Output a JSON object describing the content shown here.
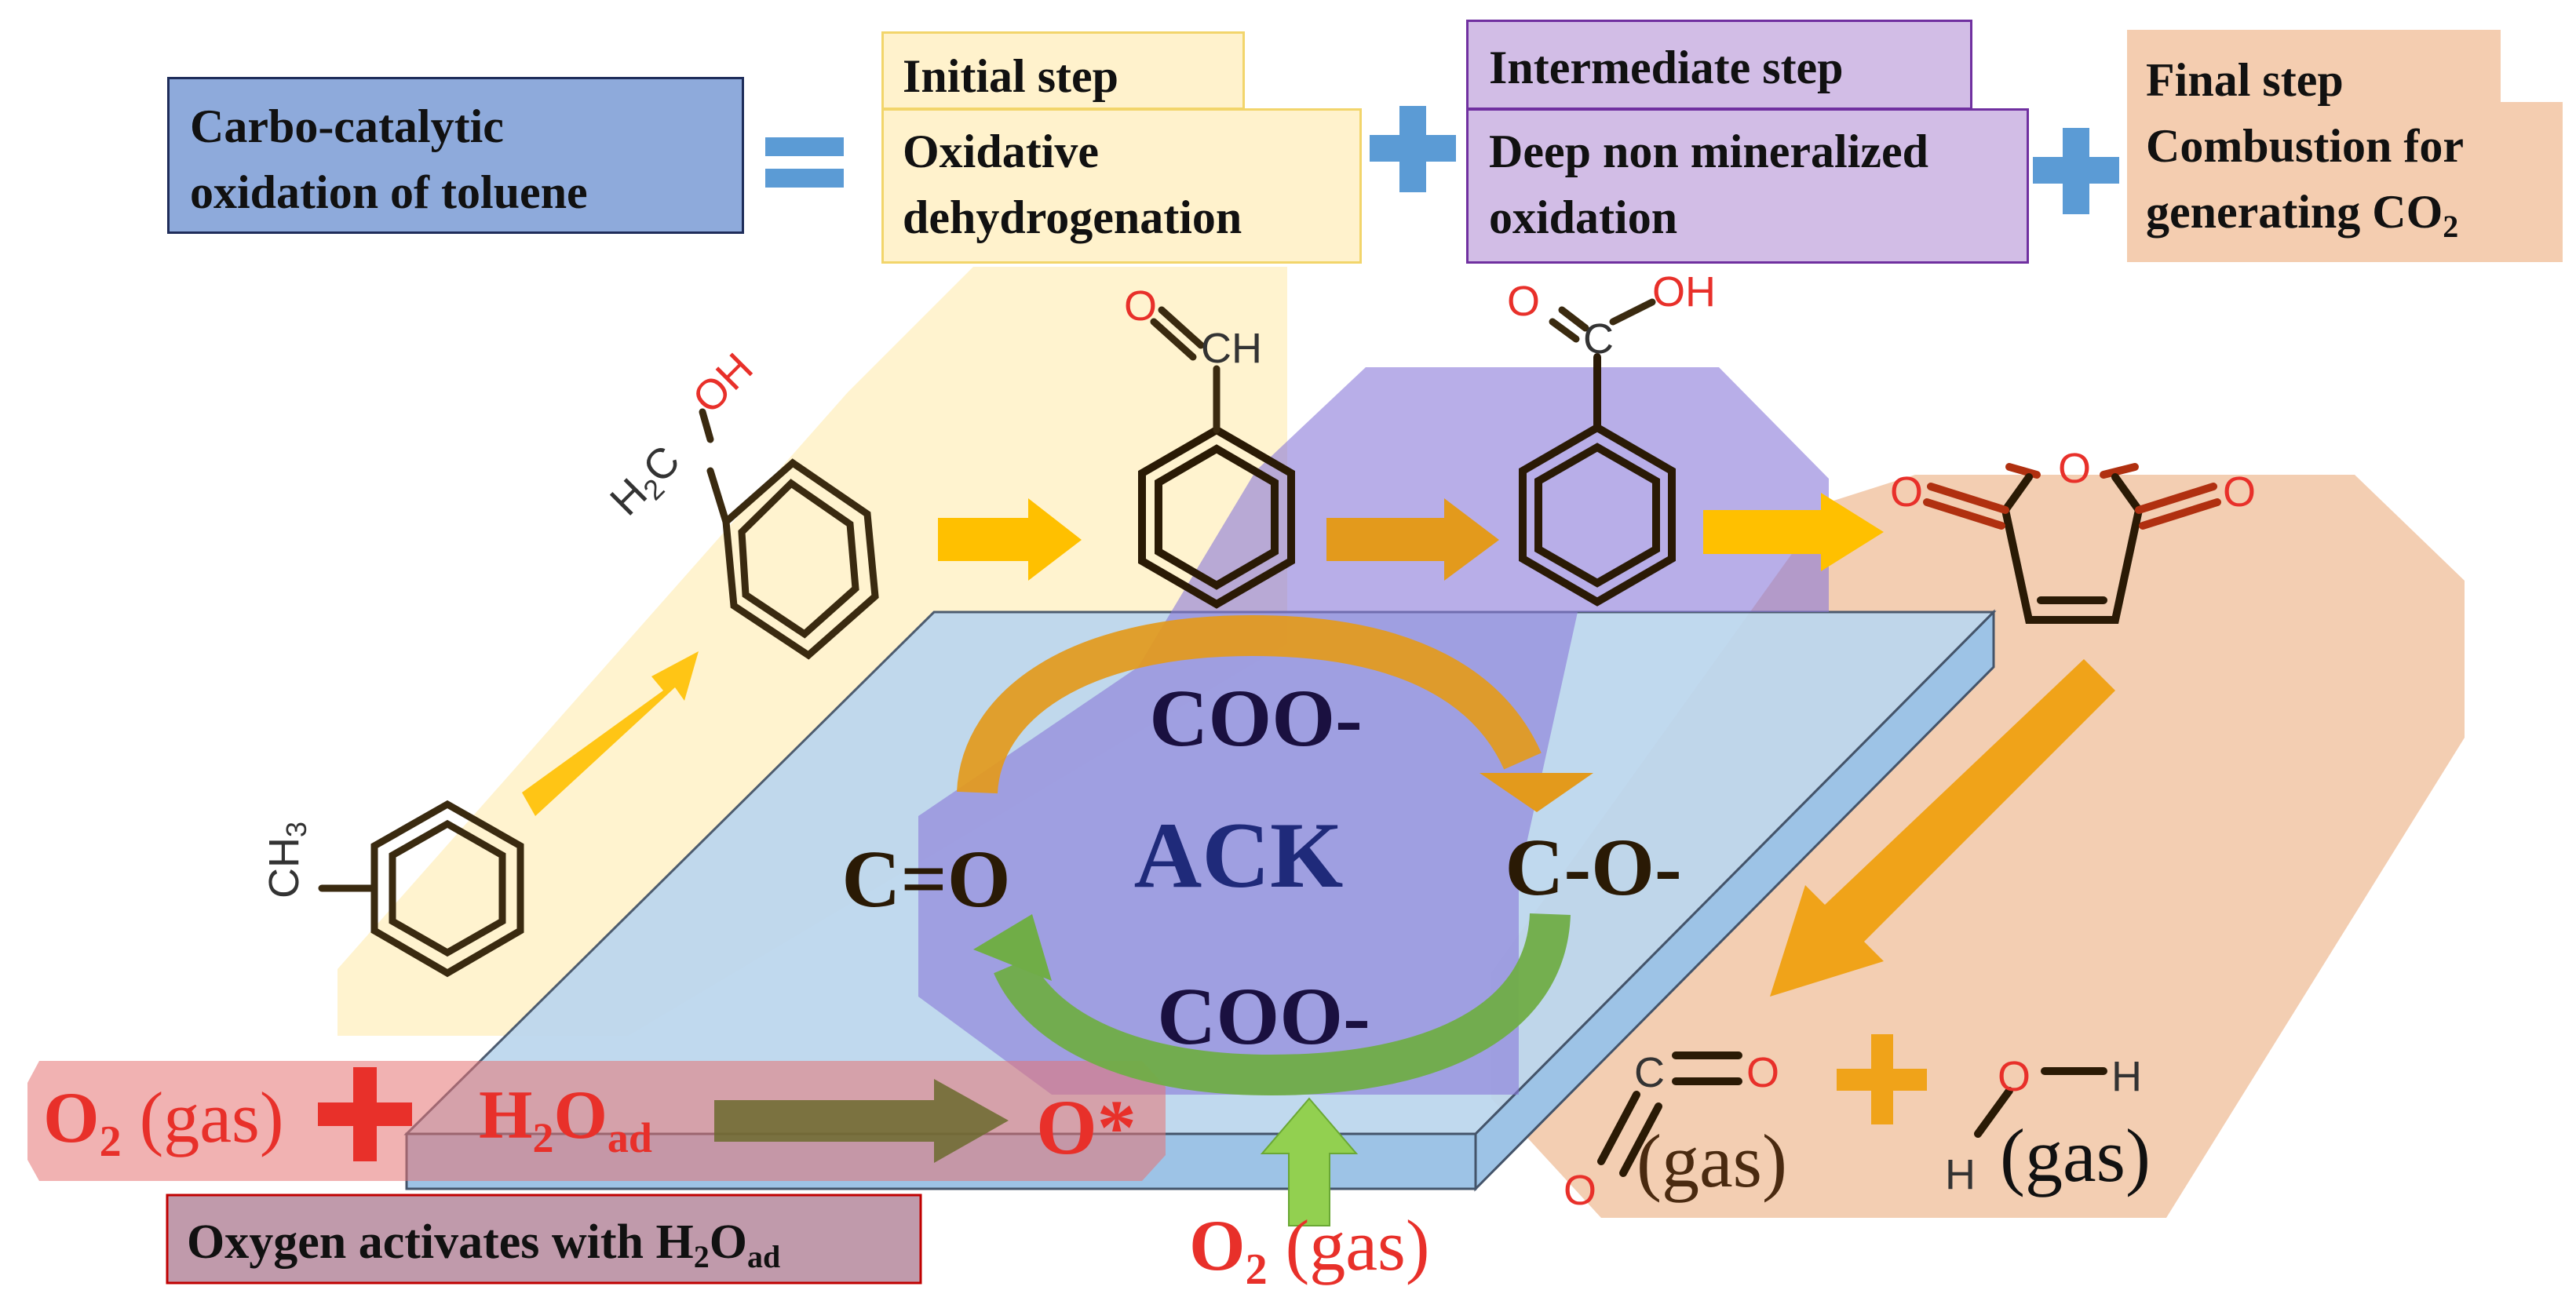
{
  "header": {
    "main_box": {
      "line1": "Carbo-catalytic",
      "line2": "oxidation of toluene"
    },
    "equals_symbol": "=",
    "initial_step": {
      "tab": "Initial step",
      "line1": "Oxidative",
      "line2": "dehydrogenation"
    },
    "intermediate_step": {
      "tab": "Intermediate step",
      "line1": "Deep non mineralized",
      "line2": "oxidation"
    },
    "final_step": {
      "tab": "Final step",
      "line1": "Combustion  for",
      "line2_prefix": "generating CO",
      "line2_sub": "2"
    },
    "plus_symbol": "+"
  },
  "molecules": {
    "toluene": {
      "group": "CH",
      "group_sub": "3"
    },
    "benzyl_alcohol": {
      "h": "H",
      "h_sub": "2",
      "c": "C",
      "oh": "OH"
    },
    "benzaldehyde": {
      "o": "O",
      "ch": "CH"
    },
    "benzoic_acid": {
      "o": "O",
      "c": "C",
      "oh": "OH"
    },
    "maleic_anhydride": {
      "o_ring": "O",
      "o_left": "O",
      "o_right": "O"
    }
  },
  "cycle": {
    "center": "ACK",
    "top": "COO-",
    "bottom": "COO-",
    "left": "C=O",
    "right": "C-O-"
  },
  "activation": {
    "o2_main": "O",
    "o2_sub": "2",
    "o2_gas": " (gas)",
    "h2o_h": "H",
    "h2o_sub": "2",
    "h2o_o": "O",
    "h2o_ad": "ad",
    "o_star": "O*",
    "caption_prefix": "Oxygen activates with H",
    "caption_sub": "2",
    "caption_o": "O",
    "caption_ad": "ad"
  },
  "bottom_o2": {
    "main": "O",
    "sub": "2",
    "gas": " (gas)"
  },
  "products": {
    "co2": {
      "c": "C",
      "o_top": "O",
      "o_bottom": "O",
      "gas": "(gas)"
    },
    "h2o": {
      "o": "O",
      "h_top": "H",
      "h_bottom": "H",
      "gas": "(gas)"
    }
  },
  "colors": {
    "main_box": "#8eaadb",
    "initial": "#fff2cc",
    "intermediate": "#d2bde6",
    "final": "#f4cdb0",
    "plus_blue": "#5b9bd5",
    "red_text": "#e8302a",
    "navy_text": "#1a1a60",
    "arrow_yellow": "#ffc000",
    "arrow_orange": "#e39a1c",
    "arrow_green": "#7fbf3f",
    "catalyst_plate": "#9dc3e6"
  }
}
